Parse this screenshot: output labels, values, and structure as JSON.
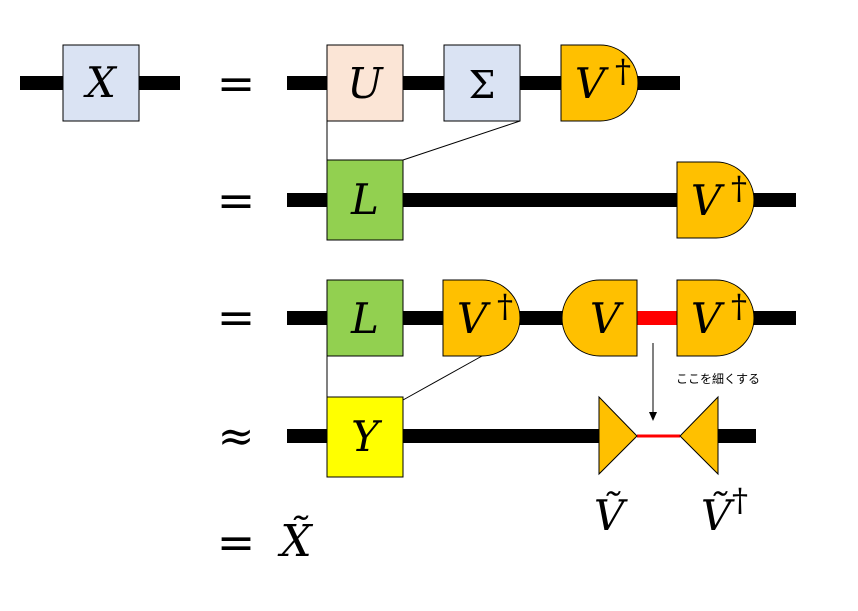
{
  "colors": {
    "line": "#000000",
    "highlight": "#ff0000",
    "tensor_blue": "#dae3f3",
    "tensor_peach": "#fbe5d6",
    "tensor_green": "#92d050",
    "tensor_orange": "#ffc000",
    "tensor_yellow": "#ffff00",
    "outline": "#000000"
  },
  "labels": {
    "X": "X",
    "U": "U",
    "Sigma": "Σ",
    "Vdag_base": "V",
    "dagger": "†",
    "L": "L",
    "V": "V",
    "Y": "Y",
    "Vtilde": "Ṽ",
    "Xtilde": "X̃"
  },
  "operators": {
    "eq1": "=",
    "eq2": "=",
    "eq3": "=",
    "approx": "≈",
    "eq5": "="
  },
  "annotation": {
    "text": "ここを細くする"
  }
}
